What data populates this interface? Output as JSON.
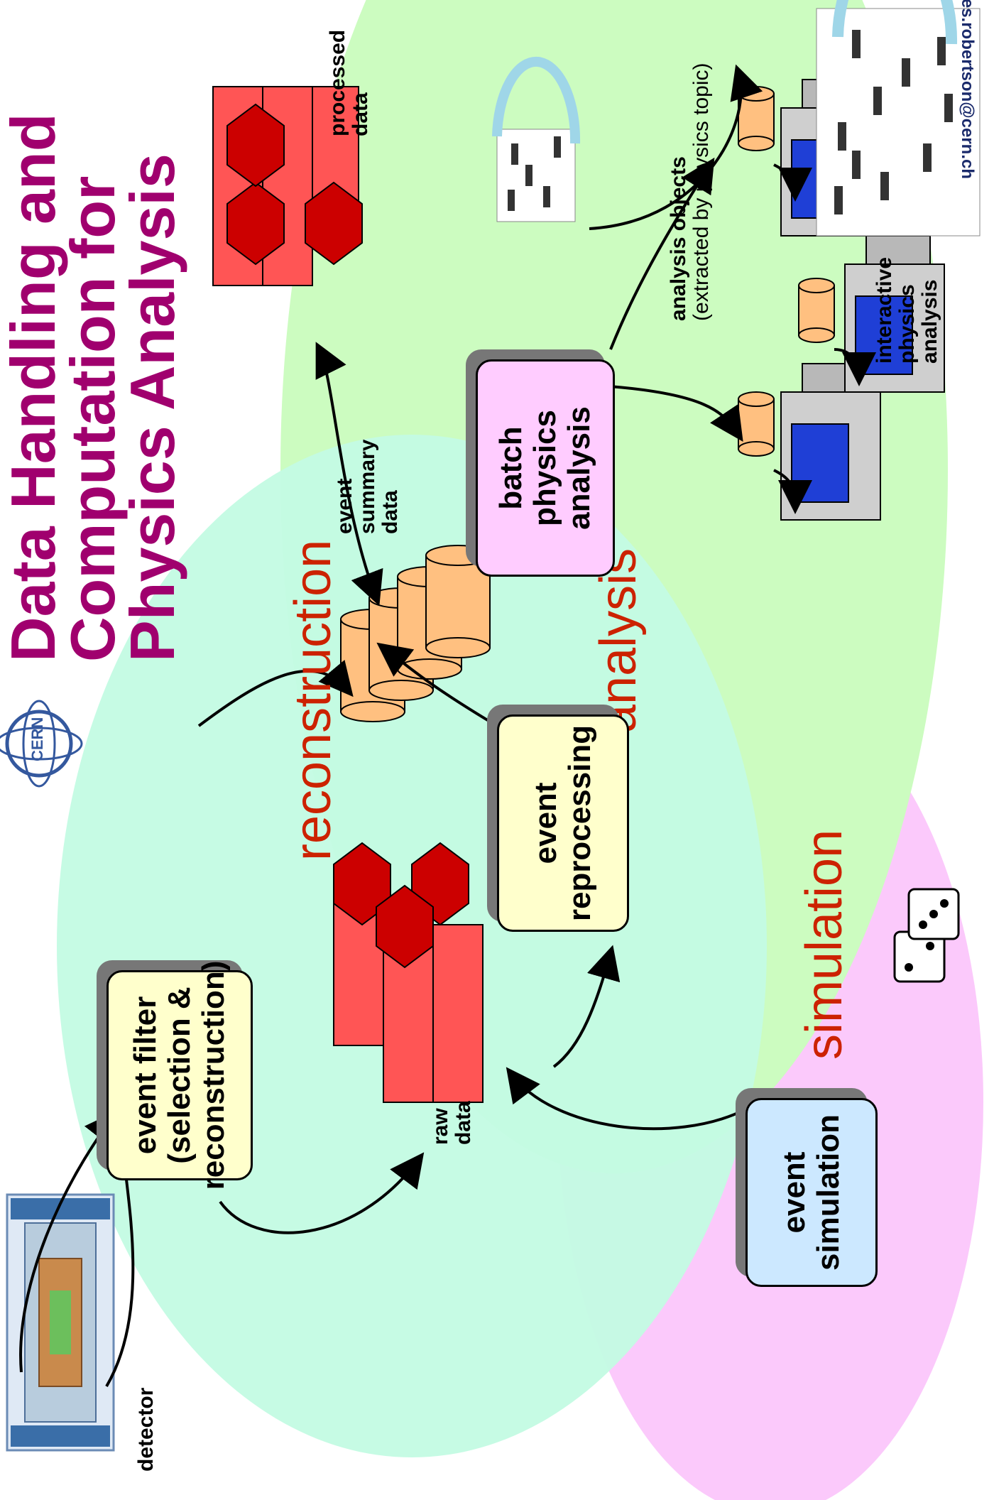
{
  "title": {
    "line1": "Data Handling and",
    "line2": "Computation for",
    "line3": "Physics Analysis"
  },
  "logo": {
    "text": "CERN"
  },
  "phases": {
    "reconstruction": "reconstruction",
    "analysis": "analysis",
    "simulation": "simulation"
  },
  "nodes": {
    "event_filter": {
      "line1": "event filter",
      "line2": "(selection &",
      "line3": "reconstruction)"
    },
    "event_reprocessing": {
      "line1": "event",
      "line2": "reprocessing"
    },
    "batch_analysis": {
      "line1": "batch",
      "line2": "physics",
      "line3": "analysis"
    },
    "event_simulation": {
      "line1": "event",
      "line2": "simulation"
    }
  },
  "labels": {
    "detector": "detector",
    "raw_data": {
      "line1": "raw",
      "line2": "data"
    },
    "event_summary": {
      "line1": "event",
      "line2": "summary",
      "line3": "data"
    },
    "processed_data": {
      "line1": "processed",
      "line2": "data"
    },
    "analysis_objects": {
      "line1": "analysis objects",
      "line2": "(extracted by physics topic)"
    },
    "interactive": {
      "line1": "interactive",
      "line2": "physics",
      "line3": "analysis"
    },
    "email": "les.robertson@cern.ch"
  },
  "colors": {
    "reconstruction_bg": "#c4fbe3",
    "analysis_bg": "#ccfcc0",
    "simulation_bg": "#fbc9fb",
    "filter_box": "#ffffcc",
    "reprocessing_box": "#ffffcc",
    "batch_box": "#ffccff",
    "simulation_box": "#cce8ff",
    "storage_red": "#ff5555",
    "cylinder": "#ffc080",
    "title": "#a0006e",
    "phase_label": "#cc2200"
  }
}
